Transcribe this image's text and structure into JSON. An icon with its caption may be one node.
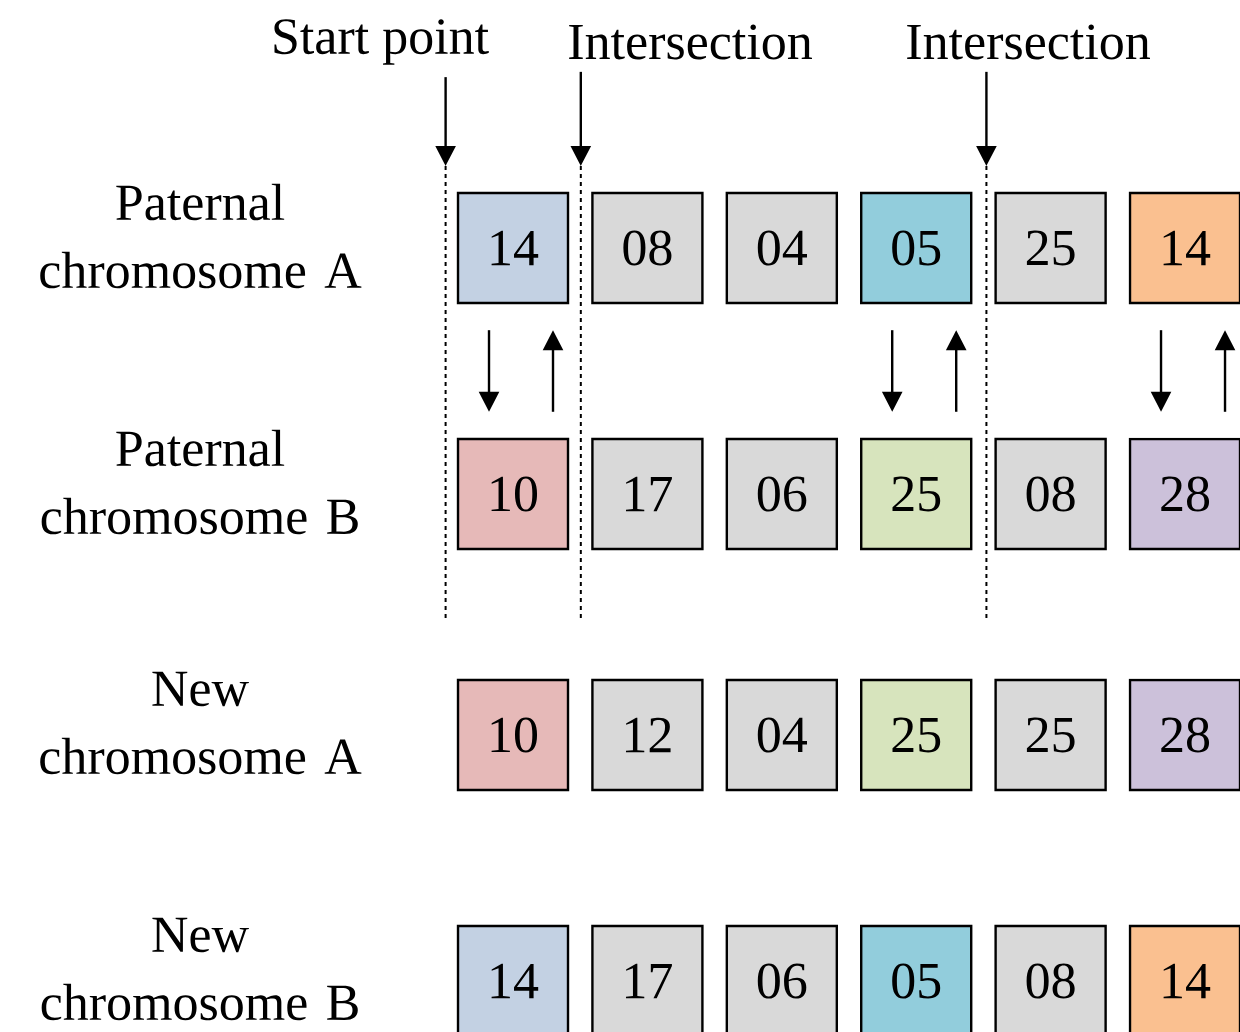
{
  "diagram": {
    "nodes": [
      {
        "text": [
          "Start point"
        ]
      },
      {
        "text": [
          "Intersection"
        ]
      },
      {
        "text": [
          "Intersection"
        ]
      },
      {
        "text": [
          "14"
        ]
      },
      {
        "text": [
          "08"
        ]
      },
      {
        "text": [
          "04"
        ]
      },
      {
        "text": [
          "05"
        ]
      },
      {
        "text": [
          "25"
        ]
      },
      {
        "text": [
          "14"
        ]
      },
      {
        "text": [
          "10"
        ]
      },
      {
        "text": [
          "17"
        ]
      },
      {
        "text": [
          "06"
        ]
      },
      {
        "text": [
          "25"
        ]
      },
      {
        "text": [
          "08"
        ]
      },
      {
        "text": [
          "28"
        ]
      },
      {
        "text": [
          "10"
        ]
      },
      {
        "text": [
          "12"
        ]
      },
      {
        "text": [
          "04"
        ]
      },
      {
        "text": [
          "25"
        ]
      },
      {
        "text": [
          "25"
        ]
      },
      {
        "text": [
          "28"
        ]
      },
      {
        "text": [
          "14"
        ]
      },
      {
        "text": [
          "17"
        ]
      },
      {
        "text": [
          "06"
        ]
      },
      {
        "text": [
          "05"
        ]
      },
      {
        "text": [
          "08"
        ]
      },
      {
        "text": [
          "14"
        ]
      }
    ],
    "edges": [
      {
        "from": 0,
        "to": null,
        "arrow": "to"
      },
      {
        "from": 1,
        "to": null,
        "arrow": "to"
      },
      {
        "from": 2,
        "to": null,
        "arrow": "to"
      },
      {
        "from": 3,
        "to": 9,
        "arrow": "to"
      },
      {
        "from": 9,
        "to": 3,
        "arrow": "to"
      },
      {
        "from": 6,
        "to": 12,
        "arrow": "to"
      },
      {
        "from": 12,
        "to": 6,
        "arrow": "to"
      },
      {
        "from": 8,
        "to": 14,
        "arrow": "to"
      },
      {
        "from": 14,
        "to": 8,
        "arrow": "to"
      }
    ],
    "labels": [
      "Paternal chromosome A",
      "Paternal chromosome B",
      "New chromosome A",
      "New chromosome B"
    ]
  }
}
